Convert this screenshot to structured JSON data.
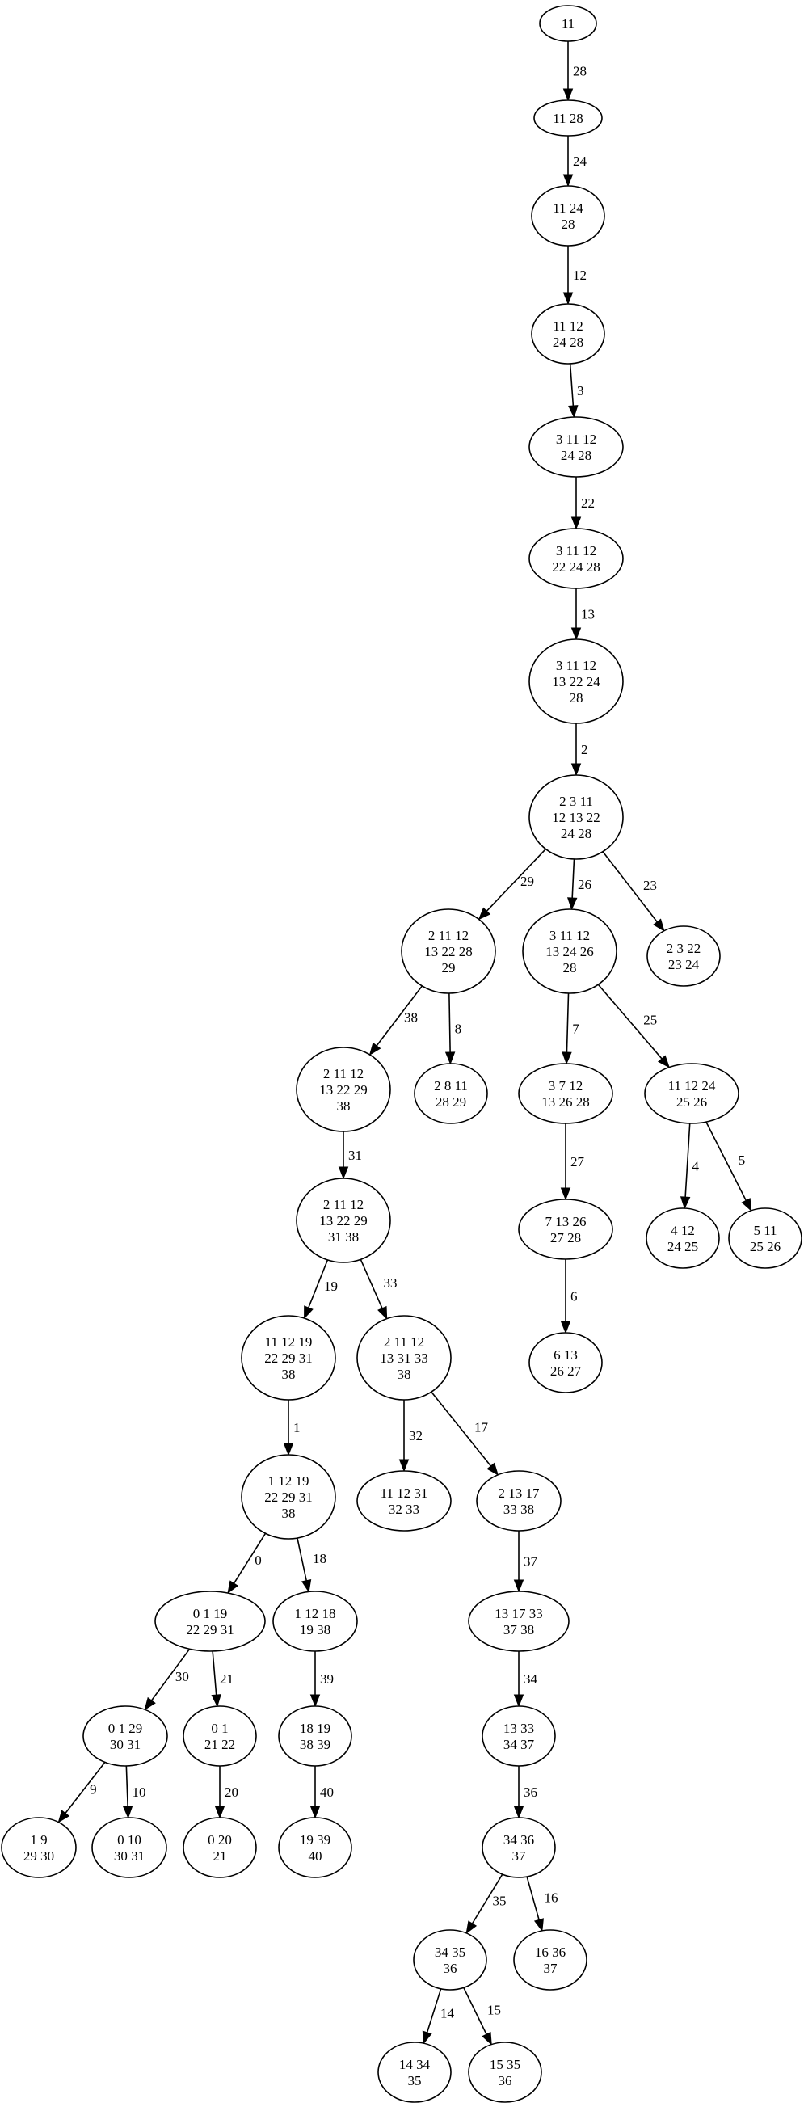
{
  "nodes": [
    {
      "id": "n0",
      "lines": [
        "11"
      ]
    },
    {
      "id": "n1",
      "lines": [
        "11 28"
      ]
    },
    {
      "id": "n2",
      "lines": [
        "11 24",
        "28"
      ]
    },
    {
      "id": "n3",
      "lines": [
        "11 12",
        "24 28"
      ]
    },
    {
      "id": "n4",
      "lines": [
        "3 11 12",
        "24 28"
      ]
    },
    {
      "id": "n5",
      "lines": [
        "3 11 12",
        "22 24 28"
      ]
    },
    {
      "id": "n6",
      "lines": [
        "3 11 12",
        "13 22 24",
        "28"
      ]
    },
    {
      "id": "n7",
      "lines": [
        "2 3 11",
        "12 13 22",
        "24 28"
      ]
    },
    {
      "id": "n8",
      "lines": [
        "2 11 12",
        "13 22 28",
        "29"
      ]
    },
    {
      "id": "n9",
      "lines": [
        "3 11 12",
        "13 24 26",
        "28"
      ]
    },
    {
      "id": "n10",
      "lines": [
        "2 3 22",
        "23 24"
      ]
    },
    {
      "id": "n11",
      "lines": [
        "2 11 12",
        "13 22 29",
        "38"
      ]
    },
    {
      "id": "n12",
      "lines": [
        "2 8 11",
        "28 29"
      ]
    },
    {
      "id": "n13",
      "lines": [
        "3 7 12",
        "13 26 28"
      ]
    },
    {
      "id": "n14",
      "lines": [
        "11 12 24",
        "25 26"
      ]
    },
    {
      "id": "n15",
      "lines": [
        "2 11 12",
        "13 22 29",
        "31 38"
      ]
    },
    {
      "id": "n16",
      "lines": [
        "7 13 26",
        "27 28"
      ]
    },
    {
      "id": "n17",
      "lines": [
        "4 12",
        "24 25"
      ]
    },
    {
      "id": "n18",
      "lines": [
        "5 11",
        "25 26"
      ]
    },
    {
      "id": "n19",
      "lines": [
        "11 12 19",
        "22 29 31",
        "38"
      ]
    },
    {
      "id": "n20",
      "lines": [
        "2 11 12",
        "13 31 33",
        "38"
      ]
    },
    {
      "id": "n21",
      "lines": [
        "6 13",
        "26 27"
      ]
    },
    {
      "id": "n22",
      "lines": [
        "1 12 19",
        "22 29 31",
        "38"
      ]
    },
    {
      "id": "n23",
      "lines": [
        "11 12 31",
        "32 33"
      ]
    },
    {
      "id": "n24",
      "lines": [
        "2 13 17",
        "33 38"
      ]
    },
    {
      "id": "n25",
      "lines": [
        "0 1 19",
        "22 29 31"
      ]
    },
    {
      "id": "n26",
      "lines": [
        "1 12 18",
        "19 38"
      ]
    },
    {
      "id": "n27",
      "lines": [
        "13 17 33",
        "37 38"
      ]
    },
    {
      "id": "n28",
      "lines": [
        "0 1 29",
        "30 31"
      ]
    },
    {
      "id": "n29",
      "lines": [
        "0 1",
        "21 22"
      ]
    },
    {
      "id": "n30",
      "lines": [
        "18 19",
        "38 39"
      ]
    },
    {
      "id": "n31",
      "lines": [
        "13 33",
        "34 37"
      ]
    },
    {
      "id": "n32",
      "lines": [
        "1 9",
        "29 30"
      ]
    },
    {
      "id": "n33",
      "lines": [
        "0 10",
        "30 31"
      ]
    },
    {
      "id": "n34",
      "lines": [
        "0 20",
        "21"
      ]
    },
    {
      "id": "n35",
      "lines": [
        "19 39",
        "40"
      ]
    },
    {
      "id": "n36",
      "lines": [
        "34 36",
        "37"
      ]
    },
    {
      "id": "n37",
      "lines": [
        "34 35",
        "36"
      ]
    },
    {
      "id": "n38",
      "lines": [
        "16 36",
        "37"
      ]
    },
    {
      "id": "n39",
      "lines": [
        "14 34",
        "35"
      ]
    },
    {
      "id": "n40",
      "lines": [
        "15 35",
        "36"
      ]
    }
  ],
  "edges": [
    {
      "from": "n0",
      "to": "n1",
      "label": "28"
    },
    {
      "from": "n1",
      "to": "n2",
      "label": "24"
    },
    {
      "from": "n2",
      "to": "n3",
      "label": "12"
    },
    {
      "from": "n3",
      "to": "n4",
      "label": "3"
    },
    {
      "from": "n4",
      "to": "n5",
      "label": "22"
    },
    {
      "from": "n5",
      "to": "n6",
      "label": "13"
    },
    {
      "from": "n6",
      "to": "n7",
      "label": "2"
    },
    {
      "from": "n7",
      "to": "n8",
      "label": "29"
    },
    {
      "from": "n7",
      "to": "n9",
      "label": "26"
    },
    {
      "from": "n7",
      "to": "n10",
      "label": "23"
    },
    {
      "from": "n8",
      "to": "n11",
      "label": "38"
    },
    {
      "from": "n8",
      "to": "n12",
      "label": "8"
    },
    {
      "from": "n9",
      "to": "n13",
      "label": "7"
    },
    {
      "from": "n9",
      "to": "n14",
      "label": "25"
    },
    {
      "from": "n11",
      "to": "n15",
      "label": "31"
    },
    {
      "from": "n13",
      "to": "n16",
      "label": "27"
    },
    {
      "from": "n14",
      "to": "n17",
      "label": "4"
    },
    {
      "from": "n14",
      "to": "n18",
      "label": "5"
    },
    {
      "from": "n15",
      "to": "n19",
      "label": "19"
    },
    {
      "from": "n15",
      "to": "n20",
      "label": "33"
    },
    {
      "from": "n16",
      "to": "n21",
      "label": "6"
    },
    {
      "from": "n19",
      "to": "n22",
      "label": "1"
    },
    {
      "from": "n20",
      "to": "n23",
      "label": "32"
    },
    {
      "from": "n20",
      "to": "n24",
      "label": "17"
    },
    {
      "from": "n22",
      "to": "n25",
      "label": "0"
    },
    {
      "from": "n22",
      "to": "n26",
      "label": "18"
    },
    {
      "from": "n24",
      "to": "n27",
      "label": "37"
    },
    {
      "from": "n25",
      "to": "n28",
      "label": "30"
    },
    {
      "from": "n25",
      "to": "n29",
      "label": "21"
    },
    {
      "from": "n26",
      "to": "n30",
      "label": "39"
    },
    {
      "from": "n27",
      "to": "n31",
      "label": "34"
    },
    {
      "from": "n28",
      "to": "n32",
      "label": "9"
    },
    {
      "from": "n28",
      "to": "n33",
      "label": "10"
    },
    {
      "from": "n29",
      "to": "n34",
      "label": "20"
    },
    {
      "from": "n30",
      "to": "n35",
      "label": "40"
    },
    {
      "from": "n31",
      "to": "n36",
      "label": "36"
    },
    {
      "from": "n36",
      "to": "n37",
      "label": "35"
    },
    {
      "from": "n36",
      "to": "n38",
      "label": "16"
    },
    {
      "from": "n37",
      "to": "n39",
      "label": "14"
    },
    {
      "from": "n37",
      "to": "n40",
      "label": "15"
    }
  ]
}
